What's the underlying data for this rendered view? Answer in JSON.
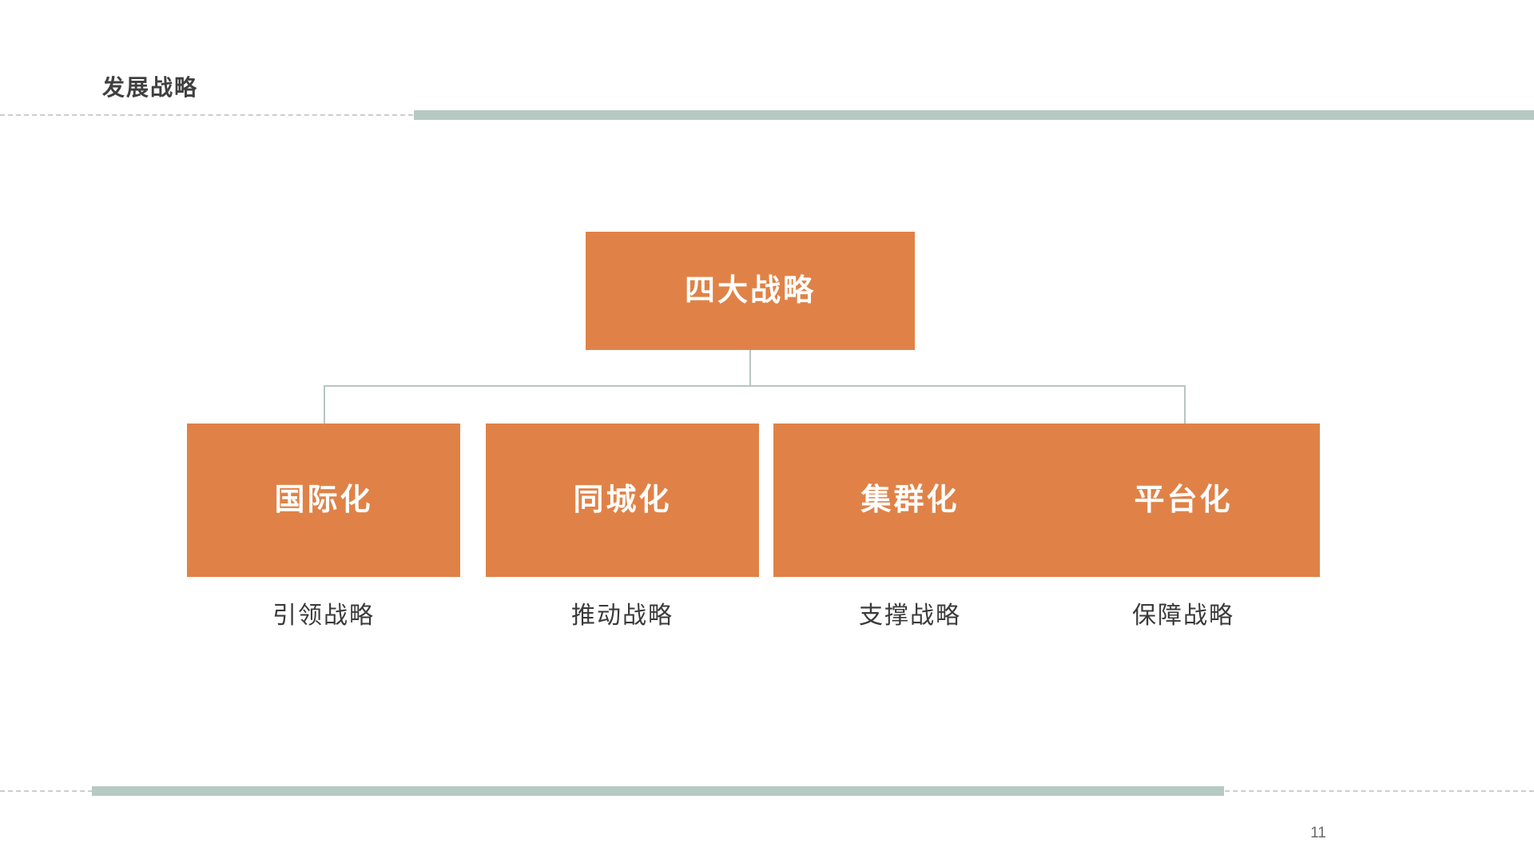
{
  "slide": {
    "title": "发展战略",
    "page_number": "11",
    "accent_color": "#b6c9c2",
    "node_color": "#e08247",
    "connector_color": "#b7c6c0",
    "title_color": "#404040"
  },
  "diagram": {
    "type": "org-tree",
    "root": {
      "label": "四大战略"
    },
    "children": [
      {
        "label": "国际化",
        "caption": "引领战略"
      },
      {
        "label": "同城化",
        "caption": "推动战略"
      },
      {
        "label": "集群化",
        "caption": "支撑战略"
      },
      {
        "label": "平台化",
        "caption": "保障战略"
      }
    ]
  }
}
